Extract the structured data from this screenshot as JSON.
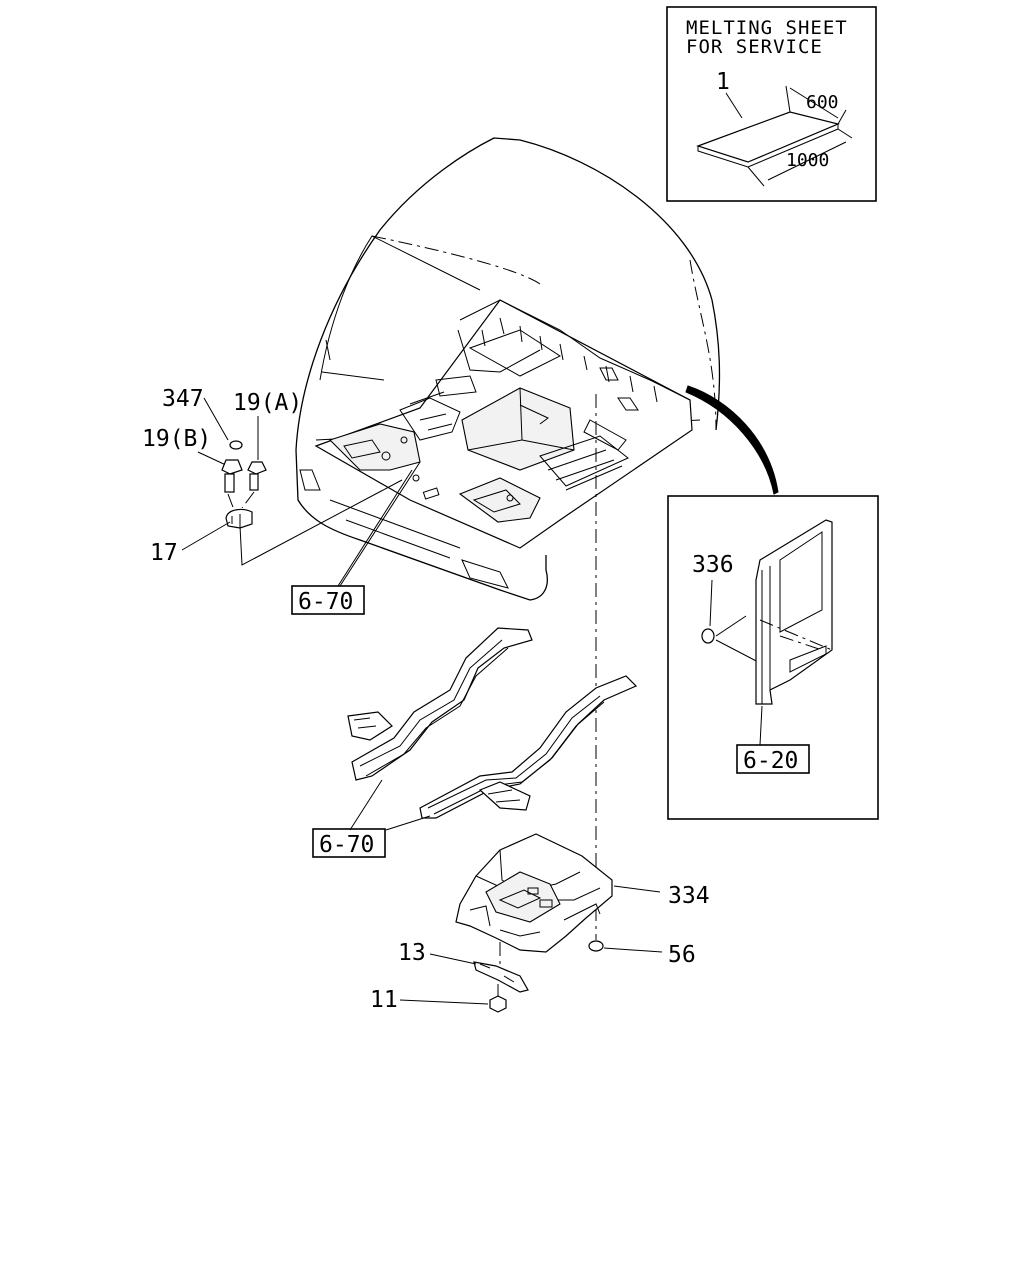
{
  "inset_top": {
    "title_line1": "MELTING SHEET",
    "title_line2": "FOR SERVICE",
    "part_number": "1",
    "dim_width": "600",
    "dim_length": "1000"
  },
  "inset_right": {
    "part_number": "336",
    "ref_label": "6-20"
  },
  "callouts": {
    "c347": "347",
    "c19a": "19(A)",
    "c19b": "19(B)",
    "c17": "17",
    "ref_cab": "6-70",
    "ref_frame": "6-70",
    "c334": "334",
    "c56": "56",
    "c13": "13",
    "c11": "11"
  }
}
